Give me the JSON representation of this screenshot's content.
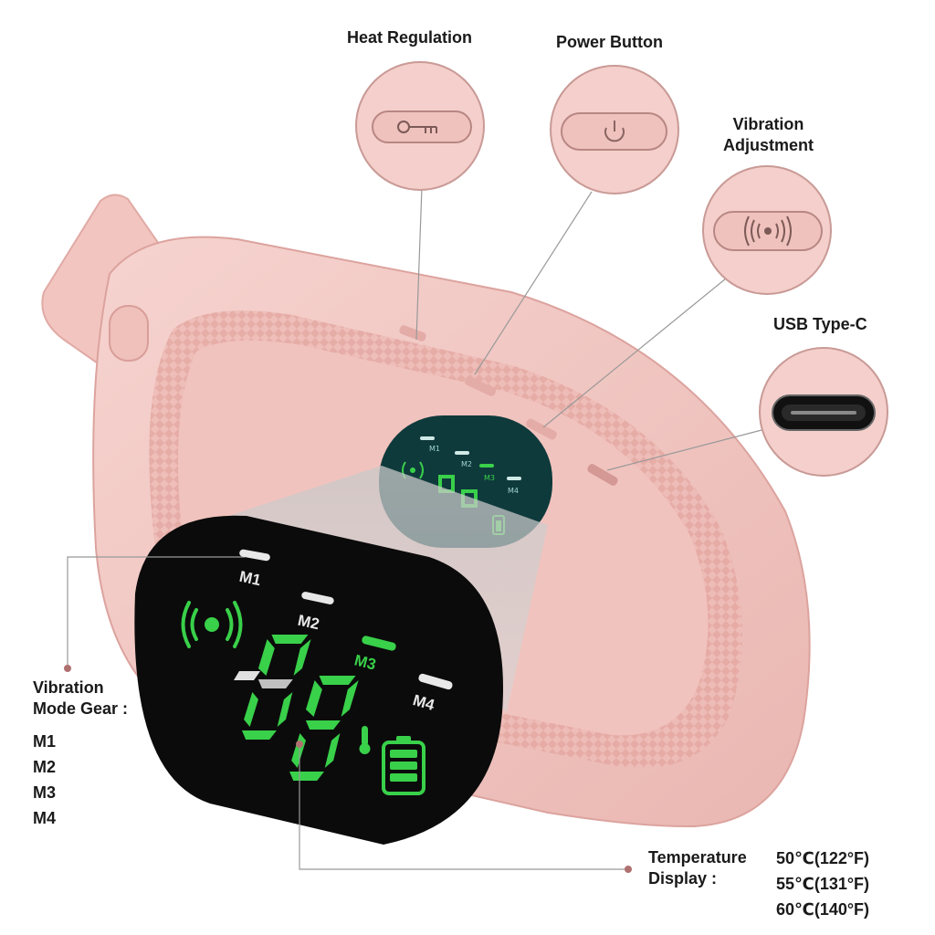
{
  "callouts": {
    "heat_regulation": "Heat Regulation",
    "power_button": "Power Button",
    "vibration_adjustment_line1": "Vibration",
    "vibration_adjustment_line2": "Adjustment",
    "usb_type_c": "USB Type-C"
  },
  "display": {
    "modes": [
      "M1",
      "M2",
      "M3",
      "M4"
    ],
    "active_mode": "M3",
    "active_color": "#39d04a",
    "inactive_color": "#e8e8e8",
    "small_modes": [
      "M1",
      "M2",
      "M3",
      "M4"
    ]
  },
  "vibration_info": {
    "title_line1": "Vibration",
    "title_line2": "Mode Gear :",
    "items": [
      "M1",
      "M2",
      "M3",
      "M4"
    ]
  },
  "temperature_info": {
    "title_line1": "Temperature",
    "title_line2": "Display :",
    "values": [
      "50℃(122°F)",
      "55℃(131°F)",
      "60℃(140°F)"
    ]
  },
  "colors": {
    "device_pink": "#f2c4c0",
    "device_shadow": "#d9a29e",
    "screen_black": "#0b0b0b",
    "screen_teal": "#0f3a3c",
    "led_green": "#39d04a"
  }
}
